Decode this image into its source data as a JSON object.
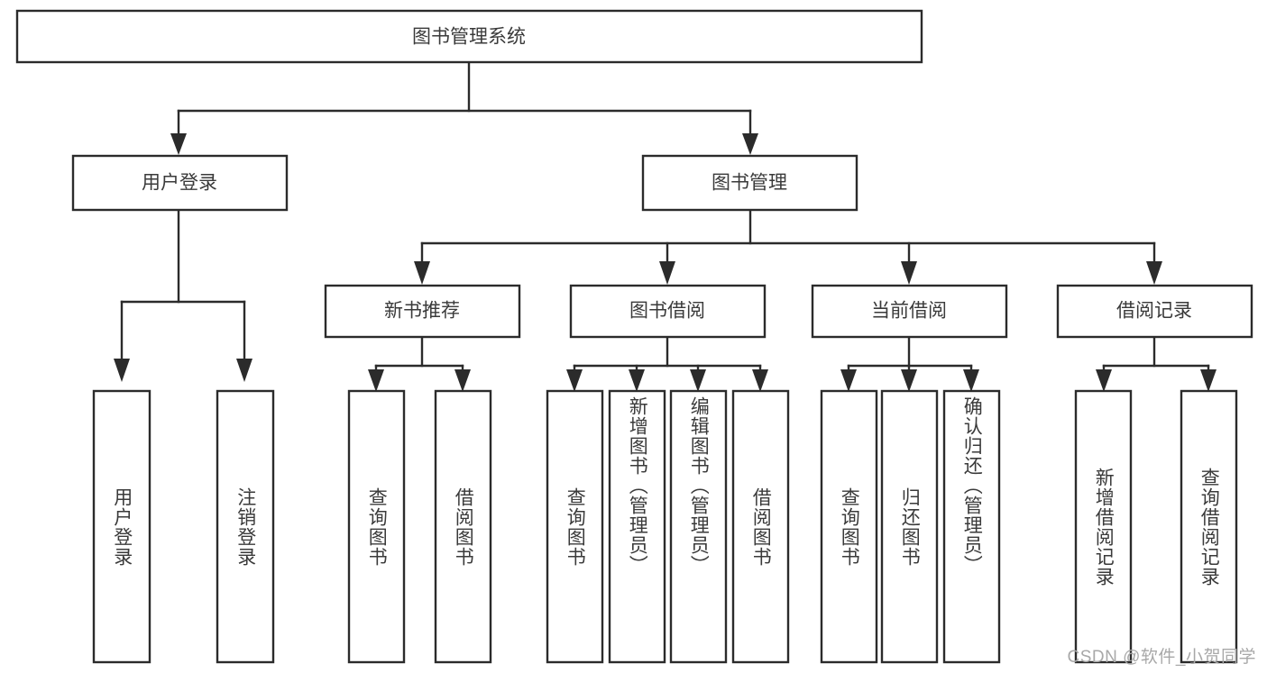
{
  "diagram": {
    "type": "tree-hierarchy",
    "title": "图书管理系统",
    "watermark": "CSDN @软件_小贺同学",
    "colors": {
      "stroke": "#2b2b2b",
      "node_fill": "#ffffff",
      "text": "#3a3a3a",
      "watermark": "#a8a8a8",
      "background": "#ffffff"
    },
    "root": {
      "label": "图书管理系统"
    },
    "level2": [
      {
        "id": "user-login",
        "label": "用户登录"
      },
      {
        "id": "book-manage",
        "label": "图书管理"
      }
    ],
    "level3": [
      {
        "id": "new-book-recommend",
        "label": "新书推荐",
        "parent": "book-manage"
      },
      {
        "id": "book-borrow",
        "label": "图书借阅",
        "parent": "book-manage"
      },
      {
        "id": "current-borrow",
        "label": "当前借阅",
        "parent": "book-manage"
      },
      {
        "id": "borrow-record",
        "label": "借阅记录",
        "parent": "book-manage"
      }
    ],
    "leaves": {
      "user-login": [
        {
          "id": "leaf-user-login",
          "label": "用户登录"
        },
        {
          "id": "leaf-logout",
          "label": "注销登录"
        }
      ],
      "new-book-recommend": [
        {
          "id": "leaf-query-book-1",
          "label": "查询图书"
        },
        {
          "id": "leaf-borrow-book-1",
          "label": "借阅图书"
        }
      ],
      "book-borrow": [
        {
          "id": "leaf-query-book-2",
          "label": "查询图书"
        },
        {
          "id": "leaf-add-book",
          "label": "新增图书（管理员）"
        },
        {
          "id": "leaf-edit-book",
          "label": "编辑图书（管理员）"
        },
        {
          "id": "leaf-borrow-book-2",
          "label": "借阅图书"
        }
      ],
      "current-borrow": [
        {
          "id": "leaf-query-book-3",
          "label": "查询图书"
        },
        {
          "id": "leaf-return-book",
          "label": "归还图书"
        },
        {
          "id": "leaf-confirm-return",
          "label": "确认归还（管理员）"
        }
      ],
      "borrow-record": [
        {
          "id": "leaf-add-record",
          "label": "新增借阅记录"
        },
        {
          "id": "leaf-query-record",
          "label": "查询借阅记录"
        }
      ]
    }
  }
}
